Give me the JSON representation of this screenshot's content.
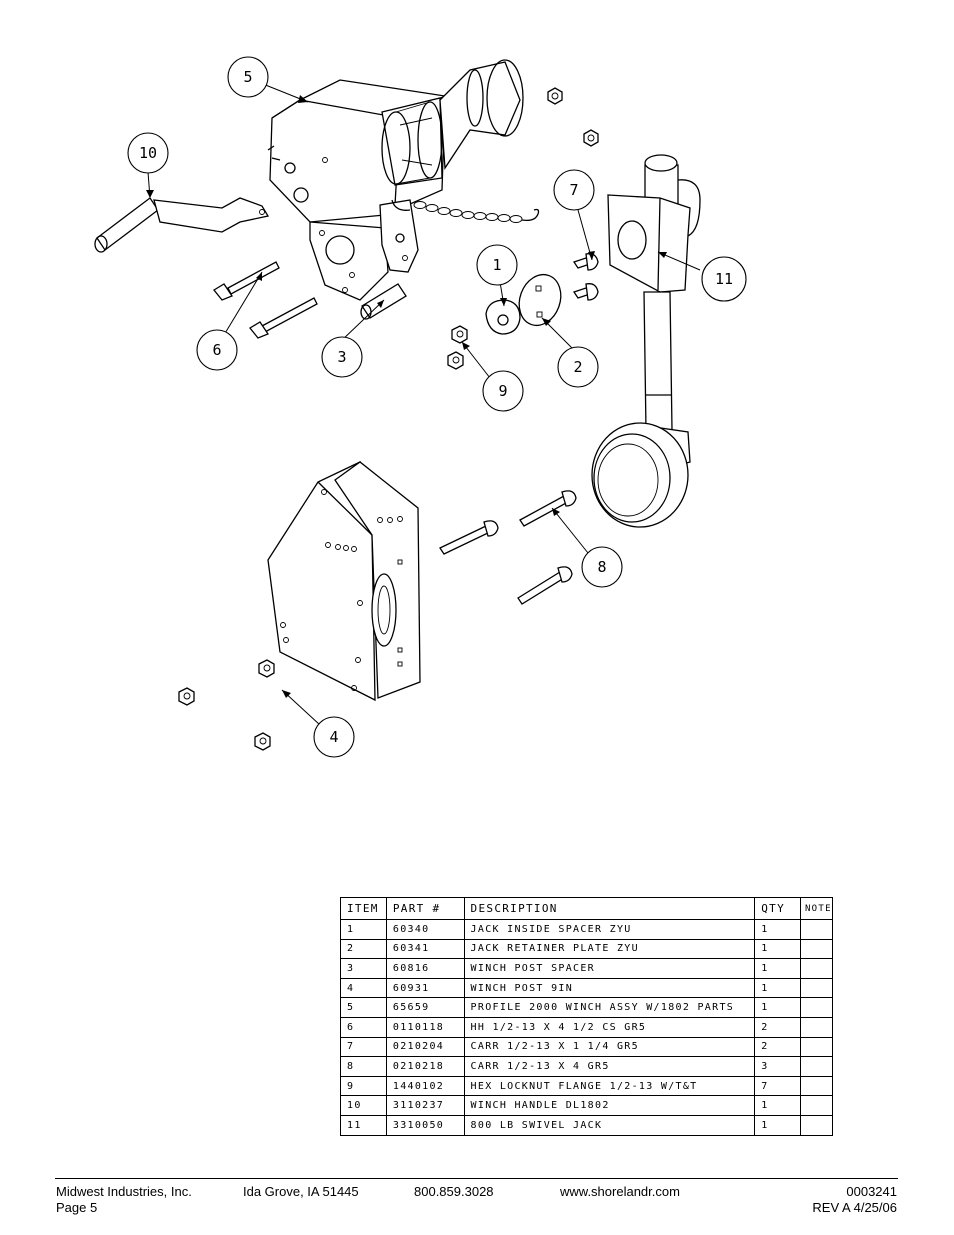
{
  "callouts": [
    "1",
    "2",
    "3",
    "4",
    "5",
    "6",
    "7",
    "8",
    "9",
    "10",
    "11"
  ],
  "table": {
    "headers": {
      "item": "ITEM",
      "part": "PART #",
      "description": "DESCRIPTION",
      "qty": "QTY",
      "note": "NOTE"
    },
    "rows": [
      {
        "item": "1",
        "part": "60340",
        "description": "JACK INSIDE SPACER ZYU",
        "qty": "1",
        "note": ""
      },
      {
        "item": "2",
        "part": "60341",
        "description": "JACK RETAINER PLATE ZYU",
        "qty": "1",
        "note": ""
      },
      {
        "item": "3",
        "part": "60816",
        "description": "WINCH POST SPACER",
        "qty": "1",
        "note": ""
      },
      {
        "item": "4",
        "part": "60931",
        "description": "WINCH POST 9IN",
        "qty": "1",
        "note": ""
      },
      {
        "item": "5",
        "part": "65659",
        "description": "PROFILE 2000 WINCH ASSY W/1802 PARTS",
        "qty": "1",
        "note": ""
      },
      {
        "item": "6",
        "part": "0110118",
        "description": "HH 1/2-13 X 4 1/2 CS GR5",
        "qty": "2",
        "note": ""
      },
      {
        "item": "7",
        "part": "0210204",
        "description": "CARR 1/2-13 X 1 1/4 GR5",
        "qty": "2",
        "note": ""
      },
      {
        "item": "8",
        "part": "0210218",
        "description": "CARR 1/2-13 X 4 GR5",
        "qty": "3",
        "note": ""
      },
      {
        "item": "9",
        "part": "1440102",
        "description": "HEX LOCKNUT FLANGE 1/2-13 W/T&T",
        "qty": "7",
        "note": ""
      },
      {
        "item": "10",
        "part": "3110237",
        "description": "WINCH HANDLE  DL1802",
        "qty": "1",
        "note": ""
      },
      {
        "item": "11",
        "part": "3310050",
        "description": "800 LB SWIVEL JACK",
        "qty": "1",
        "note": ""
      }
    ]
  },
  "footer": {
    "company": "Midwest Industries, Inc.",
    "page": "Page 5",
    "city": "Ida Grove, IA 51445",
    "phone": "800.859.3028",
    "website": "www.shorelandr.com",
    "doc_number": "0003241",
    "revision": "REV A  4/25/06"
  }
}
